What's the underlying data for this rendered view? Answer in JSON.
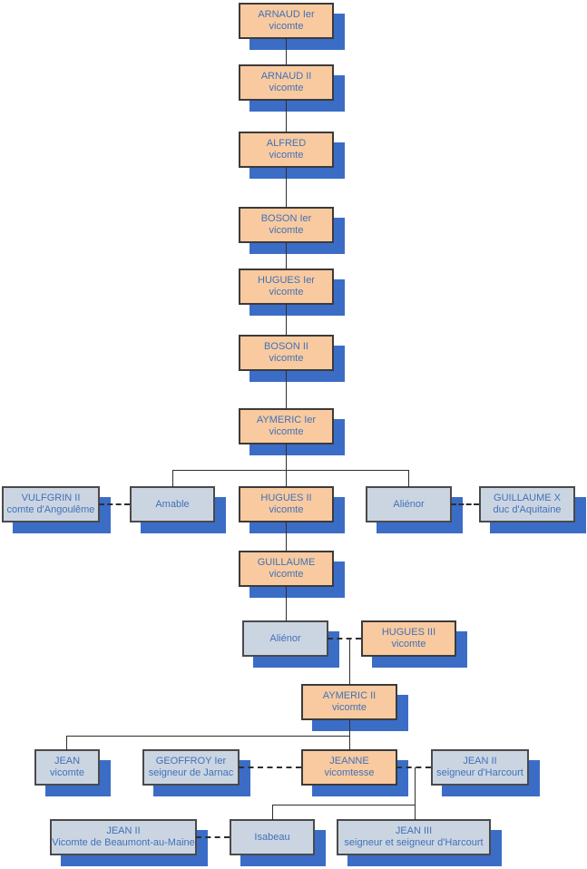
{
  "colors": {
    "orange_fill": "#F9CA9F",
    "blue_fill": "#CBD5E2",
    "shadow": "#3B6DC7",
    "line": "#2E2E2E",
    "text": "#4171B8",
    "border": "#3B3B3B"
  },
  "diagram": {
    "type": "family-tree",
    "node_styles": {
      "orange": "main viscount lineage",
      "blue": "spouse or relative"
    }
  },
  "nodes": [
    {
      "name": "ARNAUD Ier",
      "title": "vicomte",
      "type": "orange"
    },
    {
      "name": "ARNAUD II",
      "title": "vicomte",
      "type": "orange"
    },
    {
      "name": "ALFRED",
      "title": "vicomte",
      "type": "orange"
    },
    {
      "name": "BOSON Ier",
      "title": "vicomte",
      "type": "orange"
    },
    {
      "name": "HUGUES Ier",
      "title": "vicomte",
      "type": "orange"
    },
    {
      "name": "BOSON II",
      "title": "vicomte",
      "type": "orange"
    },
    {
      "name": "AYMERIC Ier",
      "title": "vicomte",
      "type": "orange"
    },
    {
      "name": "VULFGRIN II",
      "title": "comte d'Angoulême",
      "type": "blue"
    },
    {
      "name": "Amable",
      "title": "",
      "type": "blue"
    },
    {
      "name": "HUGUES II",
      "title": "vicomte",
      "type": "orange"
    },
    {
      "name": "Aliénor",
      "title": "",
      "type": "blue"
    },
    {
      "name": "GUILLAUME X",
      "title": "duc d'Aquitaine",
      "type": "blue"
    },
    {
      "name": "GUILLAUME",
      "title": "vicomte",
      "type": "orange"
    },
    {
      "name": "Aliénor",
      "title": "",
      "type": "blue"
    },
    {
      "name": "HUGUES III",
      "title": "vicomte",
      "type": "orange"
    },
    {
      "name": "AYMERIC II",
      "title": "vicomte",
      "type": "orange"
    },
    {
      "name": "JEAN",
      "title": "vicomte",
      "type": "blue"
    },
    {
      "name": "GEOFFROY Ier",
      "title": "seigneur de Jarnac",
      "type": "blue"
    },
    {
      "name": "JEANNE",
      "title": "vicomtesse",
      "type": "orange"
    },
    {
      "name": "JEAN II",
      "title": "seigneur d'Harcourt",
      "type": "blue"
    },
    {
      "name": "JEAN II",
      "title": "Vicomte de Beaumont-au-Maine",
      "type": "blue"
    },
    {
      "name": "Isabeau",
      "title": "",
      "type": "blue"
    },
    {
      "name": "JEAN III",
      "title": "seigneur et seigneur d'Harcourt",
      "type": "blue"
    }
  ]
}
